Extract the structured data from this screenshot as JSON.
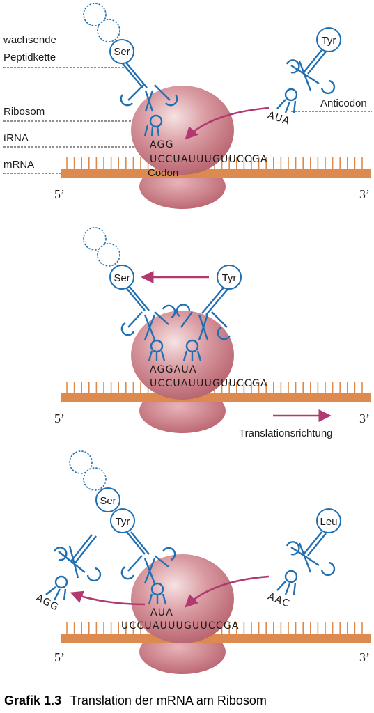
{
  "colors": {
    "trna": "#1f6fb2",
    "mrna": "#dc8a4f",
    "arrow": "#b1396f",
    "ribosome": "#c97780",
    "ribosome_light": "#f4dcdc",
    "ribosome_dark": "#a8535f"
  },
  "panel1": {
    "labels": {
      "growing_chain_line1": "wachsende",
      "growing_chain_line2": "Peptidkette",
      "ribosome": "Ribosom",
      "trna": "tRNA",
      "mrna": "mRNA",
      "anticodon": "Anticodon",
      "codon": "Codon"
    },
    "amino_left": "Ser",
    "amino_right": "Tyr",
    "anticodon_left": "AGG",
    "anticodon_right": "AUA",
    "mrna_sequence": "UCCUAUUUGUUCCGA",
    "five_prime": "5’",
    "three_prime": "3’"
  },
  "panel2": {
    "amino_left": "Ser",
    "amino_right": "Tyr",
    "anticodons": "AGGAUA",
    "mrna_sequence": "UCCUAUUUGUUCCGA",
    "direction_label": "Translationsrichtung",
    "five_prime": "5’",
    "three_prime": "3’"
  },
  "panel3": {
    "amino_top": "Ser",
    "amino_attached": "Tyr",
    "amino_incoming": "Leu",
    "anticodon_leaving": "AGG",
    "anticodon_bound": "AUA",
    "anticodon_incoming": "AAC",
    "mrna_sequence": "UCCUAUUUGUUCCGA",
    "five_prime": "5’",
    "three_prime": "3’"
  },
  "caption": {
    "label": "Grafik 1.3",
    "text": "Translation der mRNA am Ribosom"
  }
}
